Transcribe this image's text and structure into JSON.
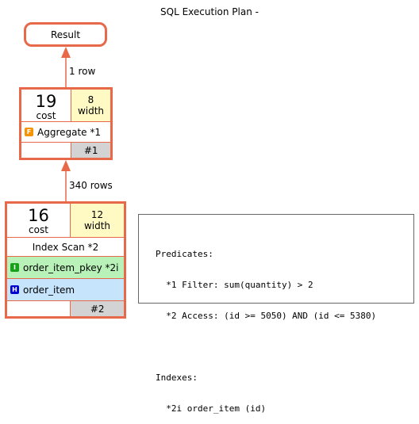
{
  "title": "SQL Execution Plan -",
  "result_node": {
    "label": "Result"
  },
  "edges": [
    {
      "label": "1 row"
    },
    {
      "label": "340 rows"
    }
  ],
  "nodes": [
    {
      "cost_value": "19",
      "cost_label": "cost",
      "width_value": "8",
      "width_label": "width",
      "operations": [
        {
          "badge": "F",
          "badge_color": "#f59300",
          "label": "Aggregate *1"
        }
      ],
      "id": "#1"
    },
    {
      "cost_value": "16",
      "cost_label": "cost",
      "width_value": "12",
      "width_label": "width",
      "header": "Index Scan *2",
      "operations": [
        {
          "badge": "I",
          "badge_color": "#17a217",
          "label": "order_item_pkey *2i",
          "bg": "#b8f2b8"
        },
        {
          "badge": "H",
          "badge_color": "#0000d0",
          "label": "order_item",
          "bg": "#c6e4fb"
        }
      ],
      "id": "#2"
    }
  ],
  "predicates_panel": {
    "lines": [
      "Predicates:",
      "  *1 Filter: sum(quantity) > 2",
      "  *2 Access: (id >= 5050) AND (id <= 5380)",
      "",
      "Indexes:",
      "  *2i order_item (id)"
    ]
  },
  "colors": {
    "node_border": "#e8694a",
    "width_cell": "#fff9c4",
    "id_cell": "#d3d3d3"
  }
}
